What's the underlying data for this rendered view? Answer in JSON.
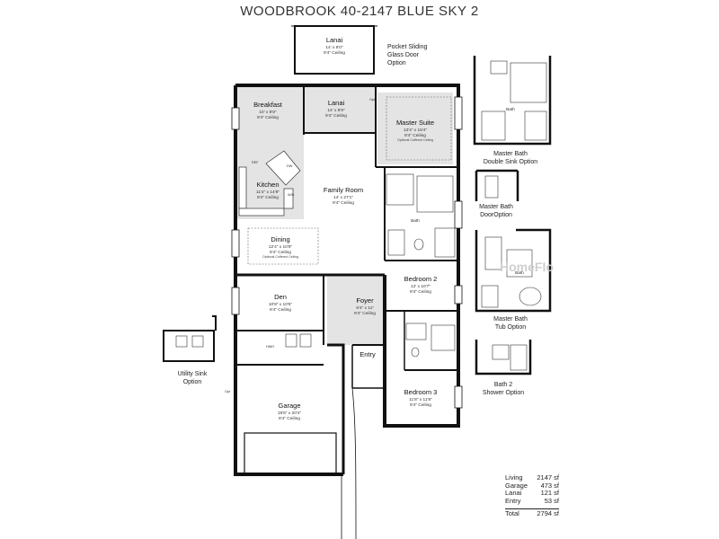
{
  "title": "WOODBROOK 40-2147 BLUE SKY 2",
  "rooms": {
    "lanai_opt": {
      "name": "Lanai",
      "dims": "14' x 8'0\"",
      "ceiling": "9'4\" Ceiling"
    },
    "lanai": {
      "name": "Lanai",
      "dims": "14' x 8'9\"",
      "ceiling": "9'4\" Ceiling"
    },
    "breakfast": {
      "name": "Breakfast",
      "dims": "10' x 8'8\"",
      "ceiling": "9'4\" Ceiling"
    },
    "kitchen": {
      "name": "Kitchen",
      "dims": "11'4\" x 14'8\"",
      "ceiling": "9'4\" Ceiling"
    },
    "family": {
      "name": "Family Room",
      "dims": "14' x 27'1\"",
      "ceiling": "9'4\" Ceiling"
    },
    "master": {
      "name": "Master Suite",
      "dims": "13'4\" x 15'4\"",
      "ceiling": "9'4\" Ceiling",
      "note": "Optional Coffered Ceiling"
    },
    "bath": {
      "name": "Bath"
    },
    "dining": {
      "name": "Dining",
      "dims": "12'4\" x 10'9\"",
      "ceiling": "9'4\" Ceiling",
      "note": "Optional Coffered Ceiling"
    },
    "bed2": {
      "name": "Bedroom 2",
      "dims": "12' x 10'7\"",
      "ceiling": "9'4\" Ceiling"
    },
    "den": {
      "name": "Den",
      "dims": "10'8\" x 10'5\"",
      "ceiling": "9'4\" Ceiling"
    },
    "foyer": {
      "name": "Foyer",
      "dims": "6'4\" x 12'",
      "ceiling": "9'4\" Ceiling"
    },
    "entry": {
      "name": "Entry"
    },
    "bed3": {
      "name": "Bedroom 3",
      "dims": "11'8\" x 11'8\"",
      "ceiling": "9'4\" Ceiling"
    },
    "garage": {
      "name": "Garage",
      "dims": "19'6\" x 20'4\"",
      "ceiling": "9'4\" Ceiling"
    },
    "mb1_bath": {
      "name": "Bath"
    },
    "mb3_bath": {
      "name": "Bath"
    }
  },
  "tags": {
    "opt": "Opt",
    "ref": "REF",
    "dw": "DW",
    "wd": "W/D",
    "hwh": "HWH"
  },
  "options": {
    "pocket_sliding": [
      "Pocket Sliding",
      "Glass Door",
      "Option"
    ],
    "utility_sink": [
      "Utility Sink",
      "Option"
    ],
    "double_sink": [
      "Master Bath",
      "Double Sink Option"
    ],
    "door_option": [
      "Master Bath",
      "DoorOption"
    ],
    "tub_option": [
      "Master Bath",
      "Tub Option"
    ],
    "shower_option": [
      "Bath 2",
      "Shower Option"
    ]
  },
  "watermark": "HomeFlo",
  "sqft": [
    {
      "label": "Living",
      "value": "2147 sf"
    },
    {
      "label": "Garage",
      "value": "473 sf"
    },
    {
      "label": "Lanai",
      "value": "121 sf"
    },
    {
      "label": "Entry",
      "value": "53 sf"
    }
  ],
  "total": {
    "label": "Total",
    "value": "2794 sf"
  },
  "colors": {
    "wall": "#111111",
    "shade": "#e4e4e4",
    "line": "#333333"
  }
}
